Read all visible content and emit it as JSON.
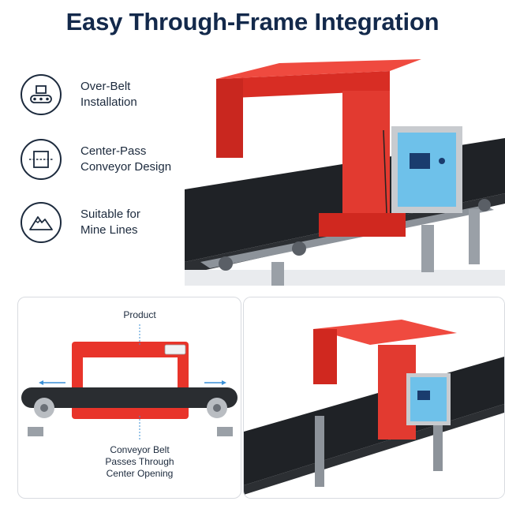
{
  "title": "Easy Through-Frame Integration",
  "features": [
    {
      "icon": "conveyor-icon",
      "line1": "Over-Belt",
      "line2": "Installation"
    },
    {
      "icon": "center-pass-icon",
      "line1": "Center-Pass",
      "line2": "Conveyor Design"
    },
    {
      "icon": "mountain-icon",
      "line1": "Suitable for",
      "line2": "Mine Lines"
    }
  ],
  "diagram": {
    "product_label": "Product",
    "caption_line1": "Conveyor Belt",
    "caption_line2": "Passes Through",
    "caption_line3": "Center Opening"
  },
  "colors": {
    "frame_red": "#e8342a",
    "title_navy": "#13294b",
    "panel_blue": "#5fb4e4",
    "arrow_blue": "#3a8fd6"
  }
}
